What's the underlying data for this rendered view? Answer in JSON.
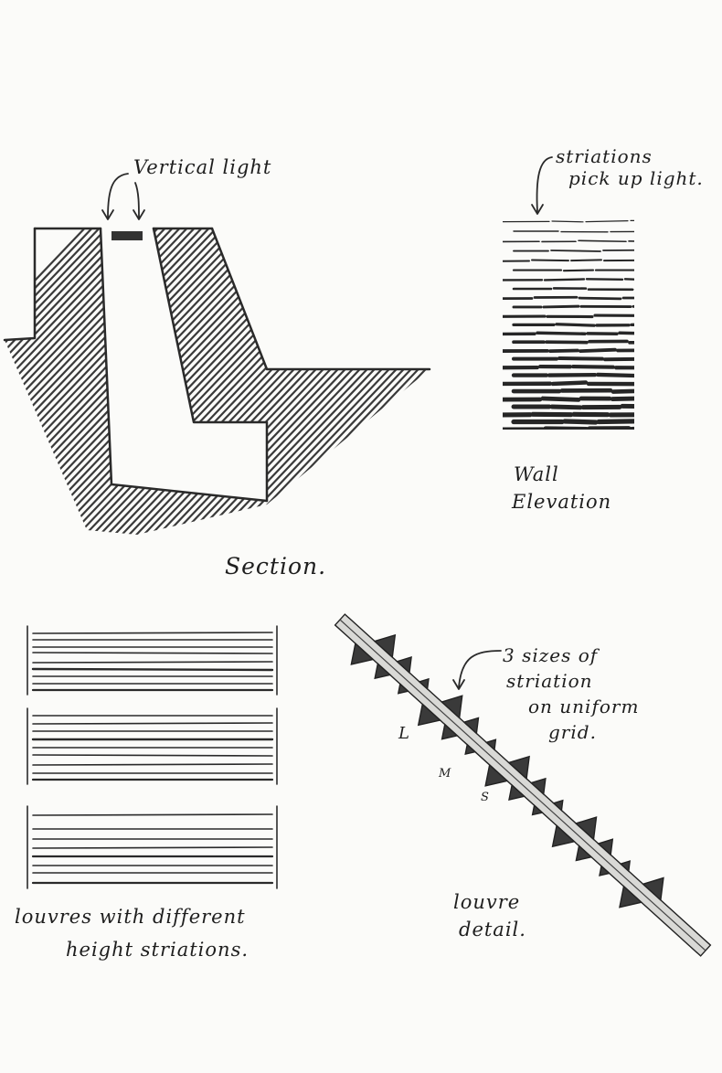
{
  "labels": {
    "vertical_light": "Vertical light",
    "striations_line1": "striations",
    "striations_line2": "pick up light.",
    "wall_line1": "Wall",
    "wall_line2": "Elevation",
    "section": "Section.",
    "sizes_line1": "3 sizes of",
    "sizes_line2": "striation",
    "sizes_line3": "on uniform",
    "sizes_line4": "grid.",
    "size_large": "L",
    "size_medium": "M",
    "size_small": "S",
    "louvres_line1": "louvres with different",
    "louvres_line2": "height striations.",
    "louvre_line1": "louvre",
    "louvre_line2": "detail."
  },
  "colors": {
    "paper": "#fbfbf9",
    "ink": "#2a2a2a"
  }
}
